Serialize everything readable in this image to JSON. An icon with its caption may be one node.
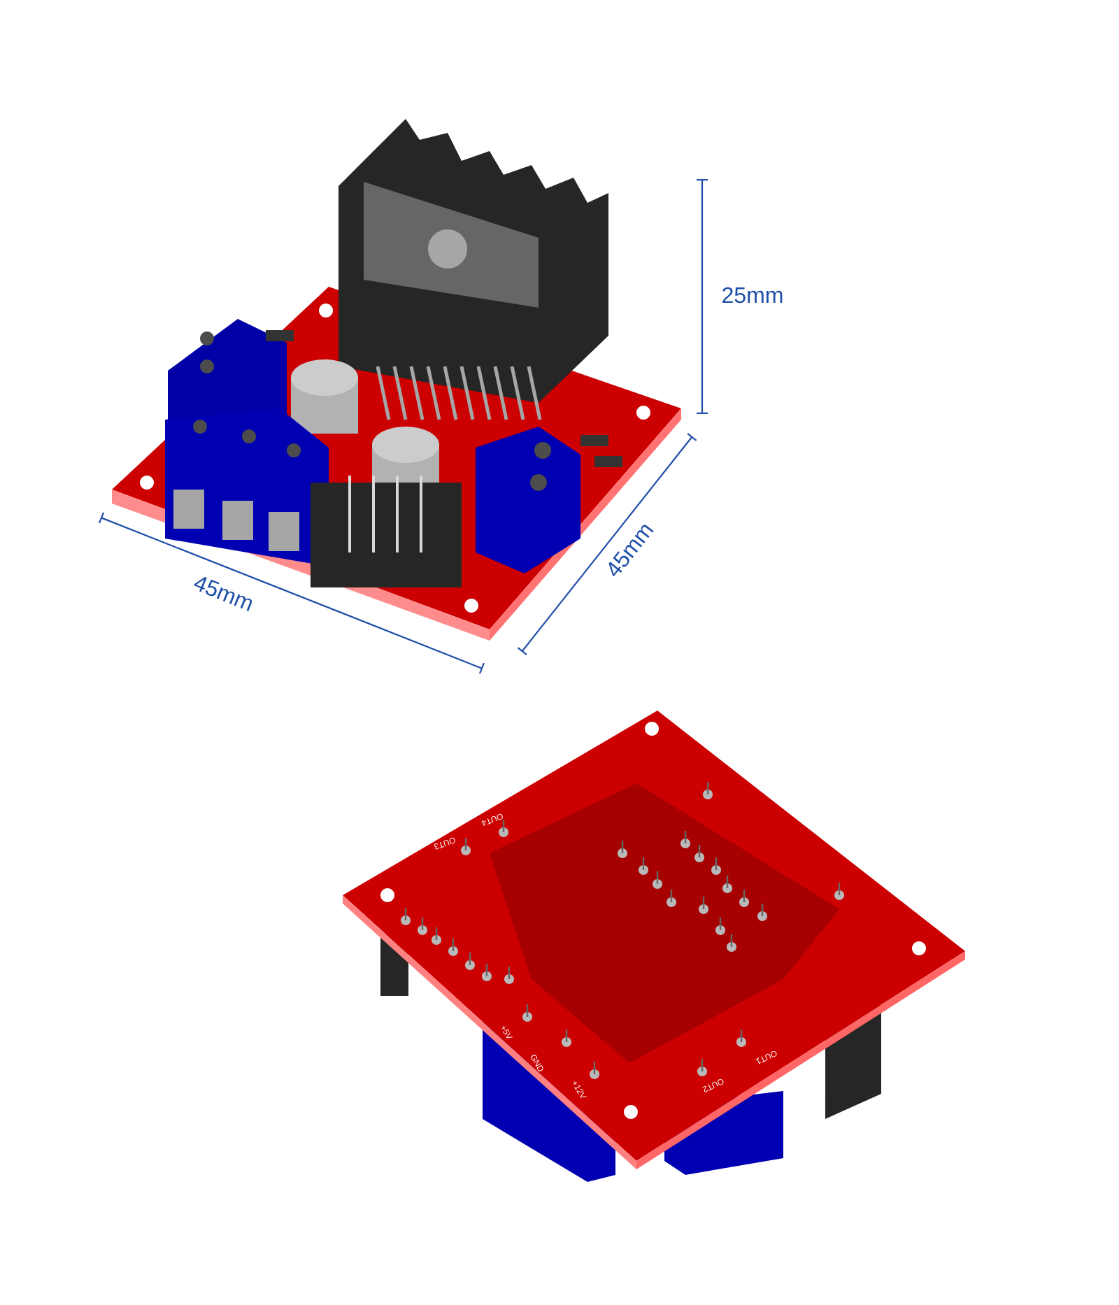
{
  "diagram": {
    "labels": [
      "25mm",
      "45mm",
      "45mm",
      "OUT3",
      "OUT4",
      "+5V",
      "GND",
      "+12V",
      "OUT2",
      "OUT1"
    ]
  }
}
